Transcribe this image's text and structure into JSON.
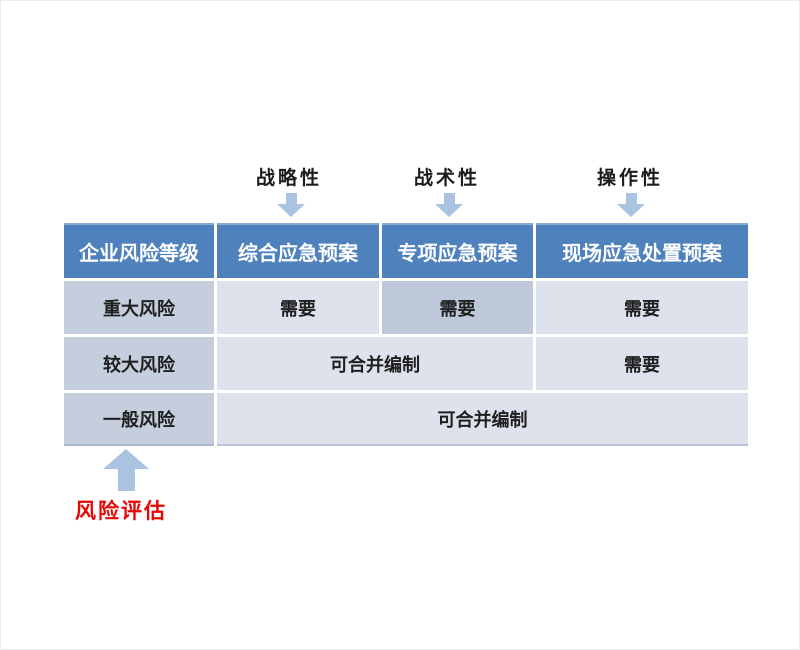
{
  "top_labels": {
    "strategic": "战略性",
    "tactical": "战术性",
    "operational": "操作性"
  },
  "table": {
    "header": [
      "企业风险等级",
      "综合应急预案",
      "专项应急预案",
      "现场应急处置预案"
    ],
    "rows": [
      {
        "level": "重大风险",
        "cells": [
          "需要",
          "需要",
          "需要"
        ]
      },
      {
        "level": "较大风险",
        "cells": [
          "可合并编制",
          "需要"
        ]
      },
      {
        "level": "一般风险",
        "cells": [
          "可合并编制"
        ]
      }
    ]
  },
  "bottom": {
    "risk_assessment_label": "风险评估"
  },
  "icons": {
    "down_arrow": "down-arrow",
    "up_arrow": "up-arrow"
  },
  "colors": {
    "header_bg": "#4f81bd",
    "header_text": "#ffffff",
    "level_column_bg": "#c4cedd",
    "cell_light_bg": "#dde2ec",
    "cell_highlight_bg": "#bdc8da",
    "arrow_fill": "#a9c3e0",
    "risk_label_text": "#e60606",
    "body_text": "#1f1f1f"
  }
}
